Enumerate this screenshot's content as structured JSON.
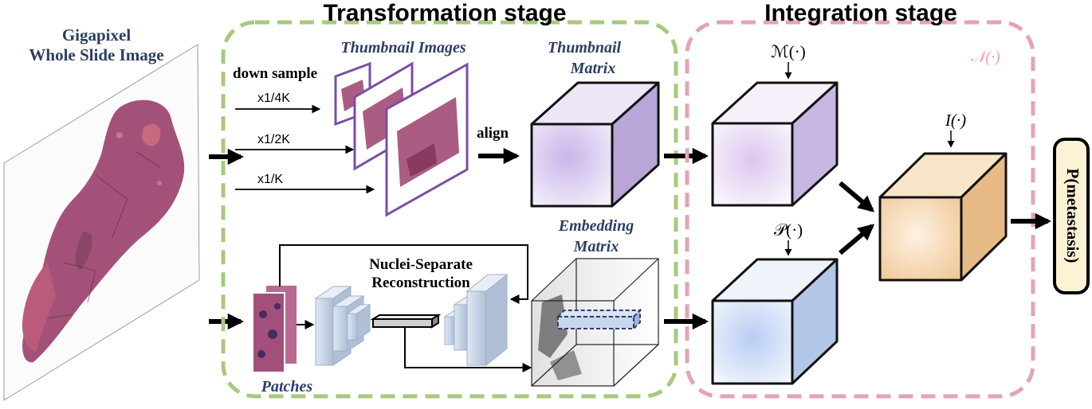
{
  "wsi": {
    "title_line1": "Gigapixel",
    "title_line2": "Whole Slide Image"
  },
  "transformation": {
    "title": "Transformation stage",
    "thumbnail_images_label": "Thumbnail Images",
    "down_sample_label": "down sample",
    "scales": [
      "x1/4K",
      "x1/2K",
      "x1/K"
    ],
    "align_label": "align",
    "thumbnail_matrix_line1": "Thumbnail",
    "thumbnail_matrix_line2": "Matrix",
    "nuclei_line1": "Nuclei-Separate",
    "nuclei_line2": "Reconstruction",
    "embedding_matrix_line1": "Embedding",
    "embedding_matrix_line2": "Matrix",
    "patches_label": "Patches"
  },
  "integration": {
    "title": "Integration stage",
    "m_func": "ℳ(·)",
    "n_func": "𝒩(·)",
    "p_func": "𝒫(·)",
    "i_func": "I(·)"
  },
  "output": {
    "label": "P(metastasis)"
  },
  "colors": {
    "stage_green": "#a7c97f",
    "stage_pink": "#e4a3b4",
    "title_navy": "#2c3e66",
    "thumb_border": "#7b4ea8",
    "tissue": "#9b3f6c",
    "cube_purple": "#c4b3e2",
    "cube_blue": "#b3cbef",
    "cube_orange": "#f0c898"
  }
}
